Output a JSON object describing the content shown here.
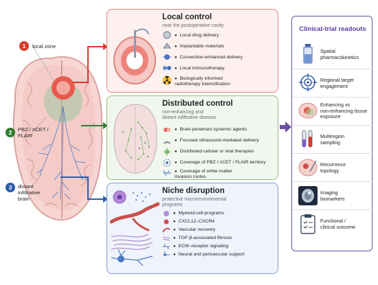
{
  "zones": [
    {
      "number": "1",
      "label": "local zone",
      "color": "#d9392c"
    },
    {
      "number": "2",
      "label": "PBZ / nCET /\nFLAIR",
      "color": "#2f7d32"
    },
    {
      "number": "3",
      "label": "distant\ninfiltrative\nbrain",
      "color": "#2a5caa"
    }
  ],
  "local": {
    "title": "Local control",
    "subtitle": "near the postoperative cavity",
    "items": [
      "Local drug delivery",
      "Implantable materials",
      "Convection-enhanced delivery",
      "Local immunotherapy",
      "Biologically informed\nradiotherapy intensification"
    ]
  },
  "distributed": {
    "title": "Distributed control",
    "subtitle": "non-enhancing and\ndistant infiltrative disease",
    "items": [
      "Brain-penetrant systemic agents",
      "Focused ultrasound-mediated delivery",
      "Distributed cellular or viral therapies",
      "Coverage of PBZ / nCET / FLAIR territory",
      "Coverage of white-matter\ninvasion routes"
    ]
  },
  "niche": {
    "title": "Niche disruption",
    "subtitle": "protective microenvironmental\nprograms",
    "items": [
      "Myeloid-cell programs",
      "CXCL12–CXCR4",
      "Vascular recovery",
      "TGF-β-associated fibrosis",
      "ECM–receptor signaling",
      "Neural and perivascular support"
    ]
  },
  "clinical_trial": {
    "title": "Clinical-trial readouts",
    "items": [
      {
        "label": "Spatial\npharmacokinetics",
        "icon": "flask-icon"
      },
      {
        "label": "Regional target\nengagement",
        "icon": "target-icon"
      },
      {
        "label": "Enhancing vs\nnon-enhancing tissue\nexposure",
        "icon": "brain-exposure-icon"
      },
      {
        "label": "Multiregion\nsampling",
        "icon": "tubes-icon"
      },
      {
        "label": "Recurrence\ntopology",
        "icon": "recurrence-brain-icon"
      },
      {
        "label": "Imaging\nbiomarkers",
        "icon": "mri-icon"
      },
      {
        "label": "Functional /\nclinical outcome",
        "icon": "clipboard-icon"
      }
    ]
  },
  "colors": {
    "local": "#d9392c",
    "distributed": "#2f7d32",
    "niche": "#2a5caa",
    "readout": "#6c4ea2"
  }
}
